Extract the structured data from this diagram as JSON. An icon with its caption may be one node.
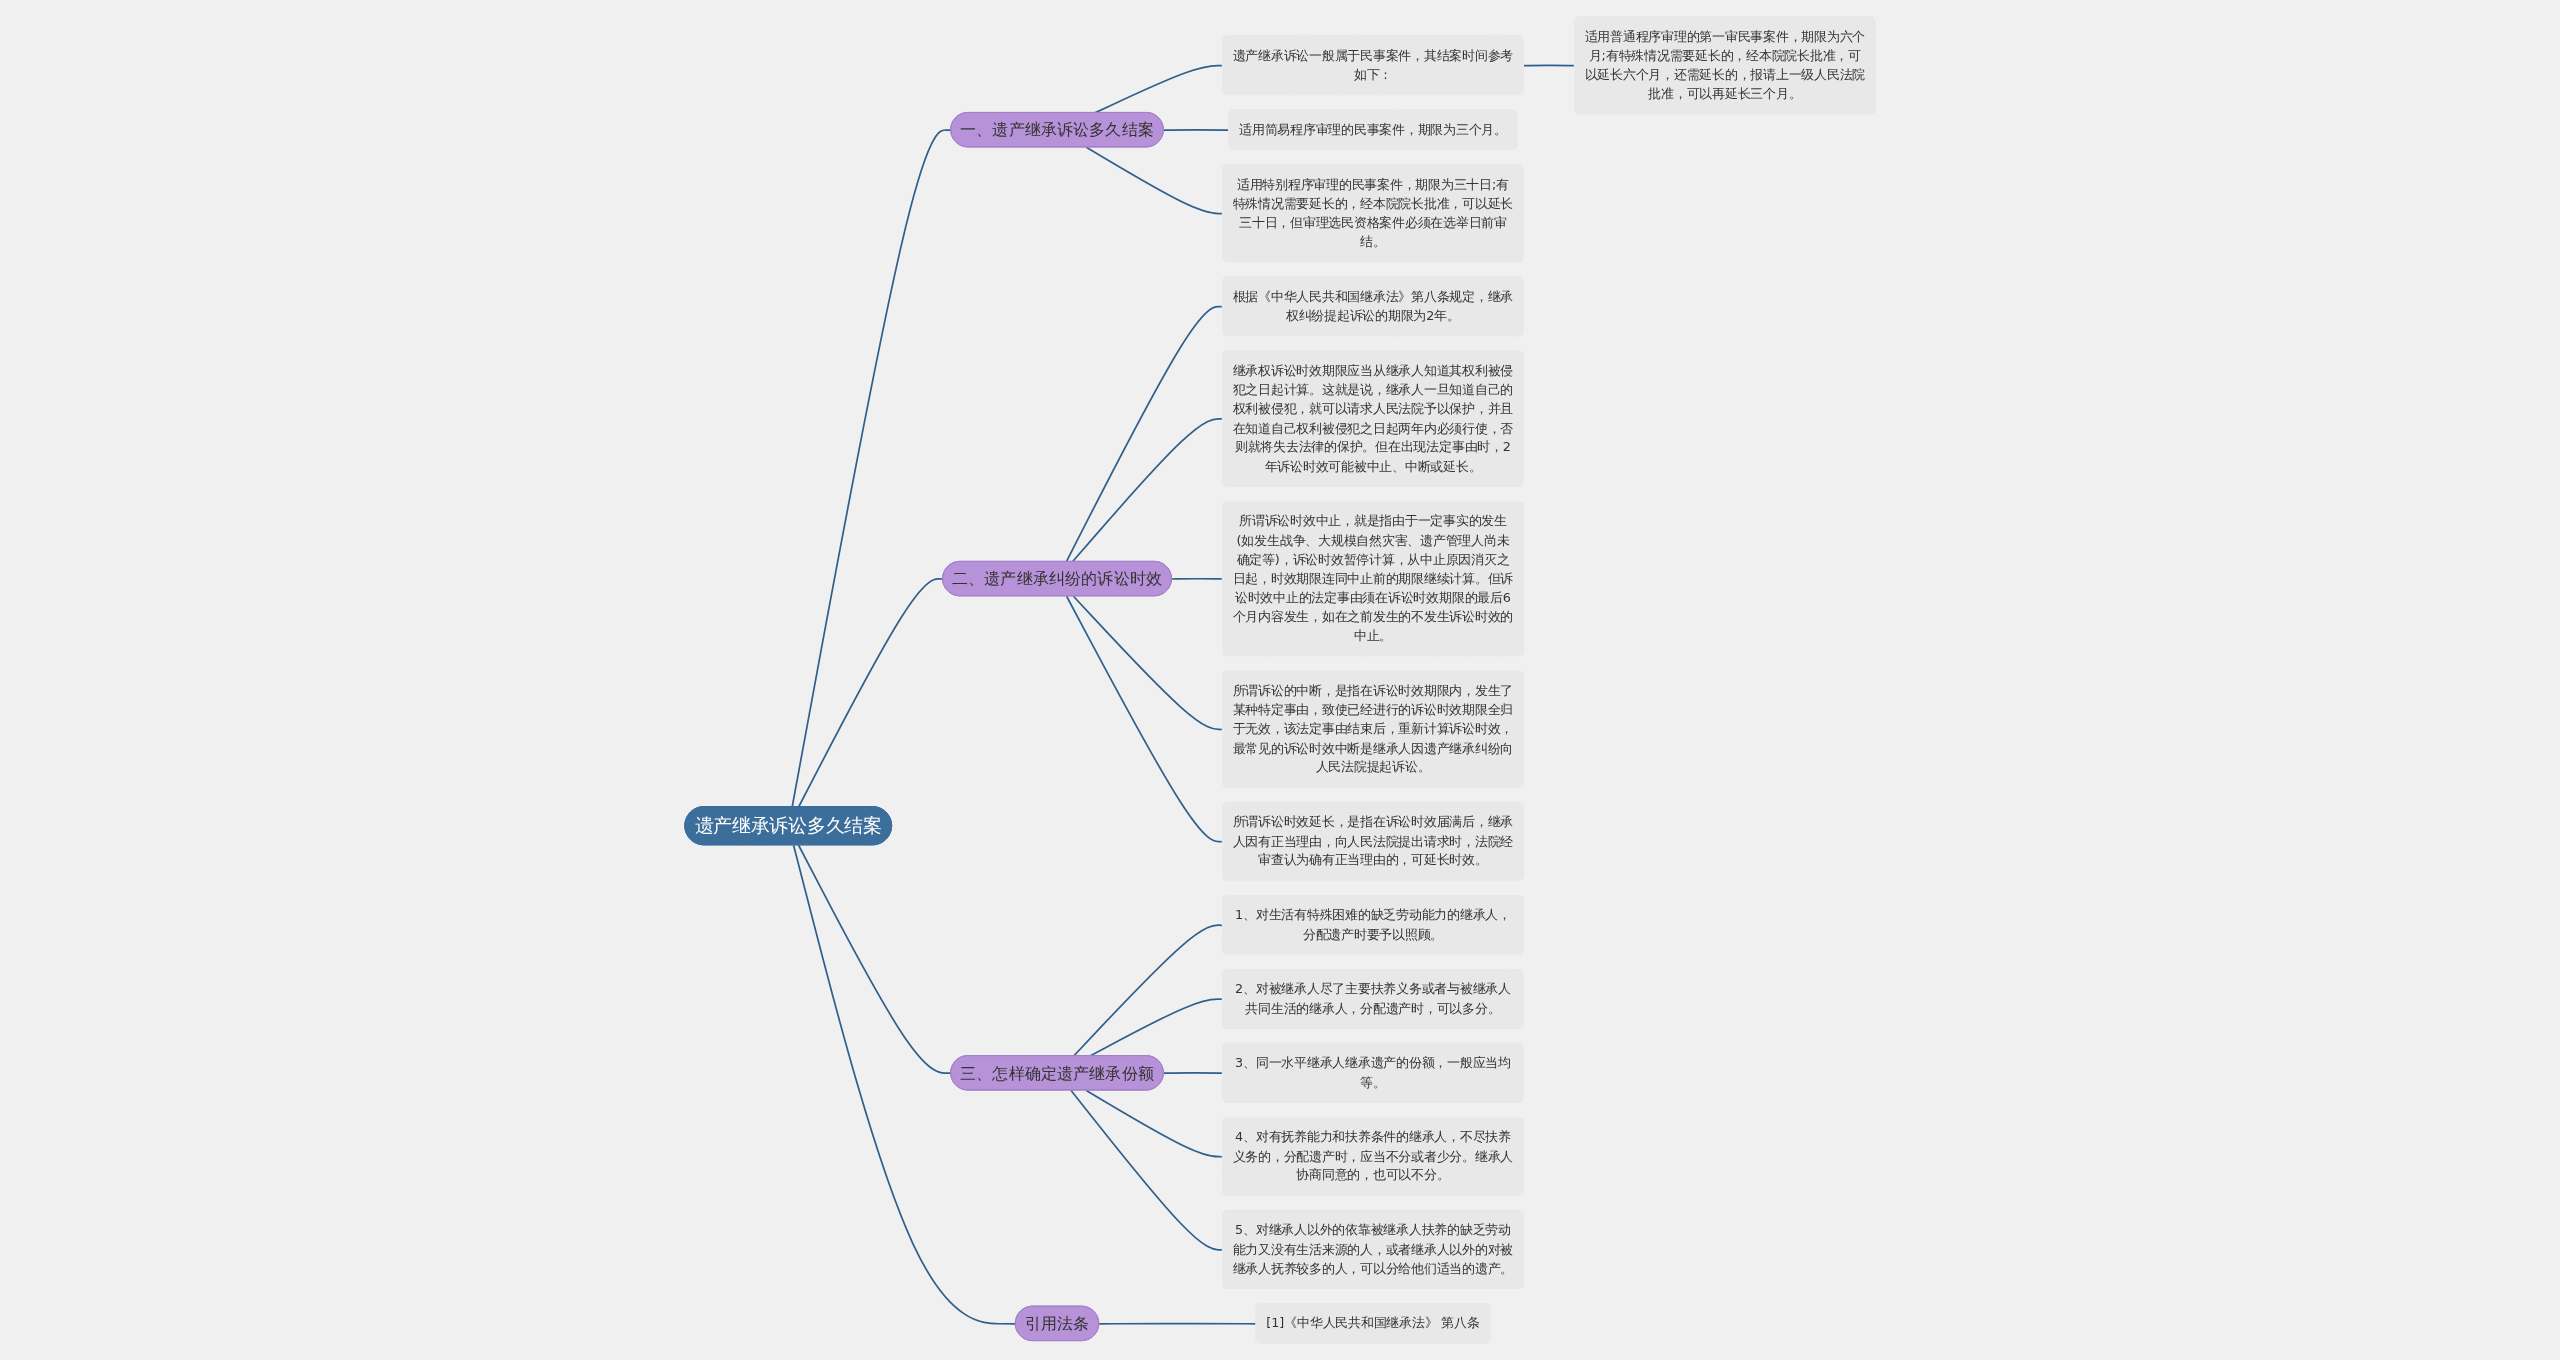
{
  "diagram": {
    "nodes": [
      {
        "text": [
          "遗产继承诉讼多久结案"
        ]
      },
      {
        "text": [
          "一、遗产继承诉讼多久结案"
        ]
      },
      {
        "text": [
          "遗产继承诉讼一般属于民事案件，其结案时间参考如下："
        ]
      },
      {
        "text": [
          "适用普通程序审理的第一审民事案件，期限为六个月;有特殊情况需要延长的，经本院院长批准，可以延长六个月，还需延长的，报请上一级人民法院批准，可以再延长三个月。"
        ]
      },
      {
        "text": [
          "适用简易程序审理的民事案件，期限为三个月。"
        ]
      },
      {
        "text": [
          "适用特别程序审理的民事案件，期限为三十日;有特殊情况需要延长的，经本院院长批准，可以延长三十日，但审理选民资格案件必须在选举日前审结。"
        ]
      },
      {
        "text": [
          "二、遗产继承纠纷的诉讼时效"
        ]
      },
      {
        "text": [
          "根据《中华人民共和国继承法》第八条规定，继承权纠纷提起诉讼的期限为2年。"
        ]
      },
      {
        "text": [
          "继承权诉讼时效期限应当从继承人知道其权利被侵犯之日起计算。这就是说，继承人一旦知道自己的权利被侵犯，就可以请求人民法院予以保护，并且在知道自己权利被侵犯之日起两年内必须行使，否则就将失去法律的保护。但在出现法定事由时，2年诉讼时效可能被中止、中断或延长。"
        ]
      },
      {
        "text": [
          "所谓诉讼时效中止，就是指由于一定事实的发生(如发生战争、大规模自然灾害、遗产管理人尚未确定等)，诉讼时效暂停计算，从中止原因消灭之日起，时效期限连同中止前的期限继续计算。但诉讼时效中止的法定事由须在诉讼时效期限的最后6个月内容发生，如在之前发生的不发生诉讼时效的中止。"
        ]
      },
      {
        "text": [
          "所谓诉讼的中断，是指在诉讼时效期限内，发生了某种特定事由，致使已经进行的诉讼时效期限全归于无效，该法定事由结束后，重新计算诉讼时效，最常见的诉讼时效中断是继承人因遗产继承纠纷向人民法院提起诉讼。"
        ]
      },
      {
        "text": [
          "所谓诉讼时效延长，是指在诉讼时效届满后，继承人因有正当理由，向人民法院提出请求时，法院经审查认为确有正当理由的，可延长时效。"
        ]
      },
      {
        "text": [
          "三、怎样确定遗产继承份额"
        ]
      },
      {
        "text": [
          "1、对生活有特殊困难的缺乏劳动能力的继承人，分配遗产时要予以照顾。"
        ]
      },
      {
        "text": [
          "2、对被继承人尽了主要扶养义务或者与被继承人共同生活的继承人，分配遗产时，可以多分。"
        ]
      },
      {
        "text": [
          "3、同一水平继承人继承遗产的份额，一般应当均等。"
        ]
      },
      {
        "text": [
          "4、对有抚养能力和扶养条件的继承人，不尽扶养义务的，分配遗产时，应当不分或者少分。继承人协商同意的，也可以不分。"
        ]
      },
      {
        "text": [
          "5、对继承人以外的依靠被继承人扶养的缺乏劳动能力又没有生活来源的人，或者继承人以外的对被继承人抚养较多的人，可以分给他们适当的遗产。"
        ]
      },
      {
        "text": [
          "引用法条"
        ]
      },
      {
        "text": [
          "[1]《中华人民共和国继承法》 第八条"
        ]
      }
    ],
    "edges": [
      {
        "from": 0,
        "to": 1,
        "arrow": "none"
      },
      {
        "from": 1,
        "to": 2,
        "arrow": "none"
      },
      {
        "from": 2,
        "to": 3,
        "arrow": "none"
      },
      {
        "from": 1,
        "to": 4,
        "arrow": "none"
      },
      {
        "from": 1,
        "to": 5,
        "arrow": "none"
      },
      {
        "from": 0,
        "to": 6,
        "arrow": "none"
      },
      {
        "from": 6,
        "to": 7,
        "arrow": "none"
      },
      {
        "from": 6,
        "to": 8,
        "arrow": "none"
      },
      {
        "from": 6,
        "to": 9,
        "arrow": "none"
      },
      {
        "from": 6,
        "to": 10,
        "arrow": "none"
      },
      {
        "from": 6,
        "to": 11,
        "arrow": "none"
      },
      {
        "from": 0,
        "to": 12,
        "arrow": "none"
      },
      {
        "from": 12,
        "to": 13,
        "arrow": "none"
      },
      {
        "from": 12,
        "to": 14,
        "arrow": "none"
      },
      {
        "from": 12,
        "to": 15,
        "arrow": "none"
      },
      {
        "from": 12,
        "to": 16,
        "arrow": "none"
      },
      {
        "from": 12,
        "to": 17,
        "arrow": "none"
      },
      {
        "from": 0,
        "to": 18,
        "arrow": "none"
      },
      {
        "from": 18,
        "to": 19,
        "arrow": "none"
      }
    ]
  }
}
